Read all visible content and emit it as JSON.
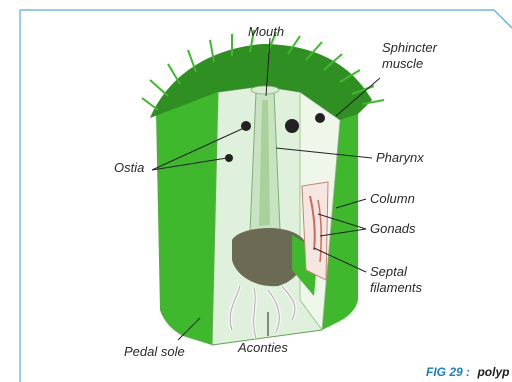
{
  "labels": {
    "mouth": "Mouth",
    "sphincter_line1": "Sphincter",
    "sphincter_line2": "muscle",
    "ostia": "Ostia",
    "pharynx": "Pharynx",
    "column": "Column",
    "gonads": "Gonads",
    "septal_line1": "Septal",
    "septal_line2": "filaments",
    "pedal_sole": "Pedal sole",
    "aconties": "Aconties"
  },
  "caption": {
    "fig_label": "FIG 29 :",
    "text": "polyp"
  },
  "colors": {
    "frame": "#5aa9d6",
    "body_green": "#3fb82e",
    "tentacle_green": "#2f8f22",
    "interior": "#dff0dc",
    "caption_blue": "#1c7fc4"
  }
}
